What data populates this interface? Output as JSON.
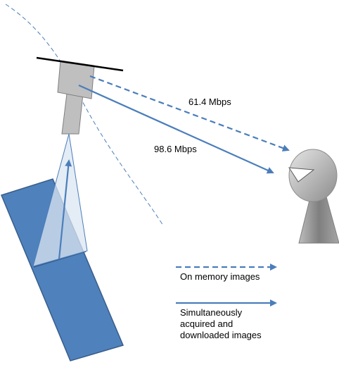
{
  "colors": {
    "arrow": "#4a7ebb",
    "satellite_panel": "#4f81bd",
    "satellite_border": "#385d8a",
    "body_gray": "#bfbfbf",
    "orbit_line": "#4a7ebb"
  },
  "links": {
    "dashed_rate": "61.4 Mbps",
    "solid_rate": "98.6 Mbps"
  },
  "legend": {
    "dashed_label": "On memory images",
    "solid_label": "Simultaneously acquired and downloaded images"
  },
  "icons": [
    "satellite-icon",
    "ground-antenna-icon"
  ]
}
